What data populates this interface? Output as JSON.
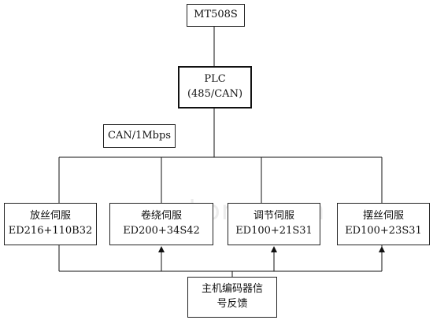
{
  "top_device": "MT508S",
  "plc": {
    "line1": "PLC",
    "line2": "(485/CAN)"
  },
  "bus_label": "CAN/1Mbps",
  "servos": [
    {
      "name": "放丝伺服",
      "model": "ED216+110B32"
    },
    {
      "name": "卷绕伺服",
      "model": "ED200+34S42"
    },
    {
      "name": "调节伺服",
      "model": "ED100+21S31"
    },
    {
      "name": "摆丝伺服",
      "model": "ED100+23S31"
    }
  ],
  "encoder": {
    "line1": "主机编码器信",
    "line2": "号反馈"
  },
  "watermark": "gongkong.com"
}
